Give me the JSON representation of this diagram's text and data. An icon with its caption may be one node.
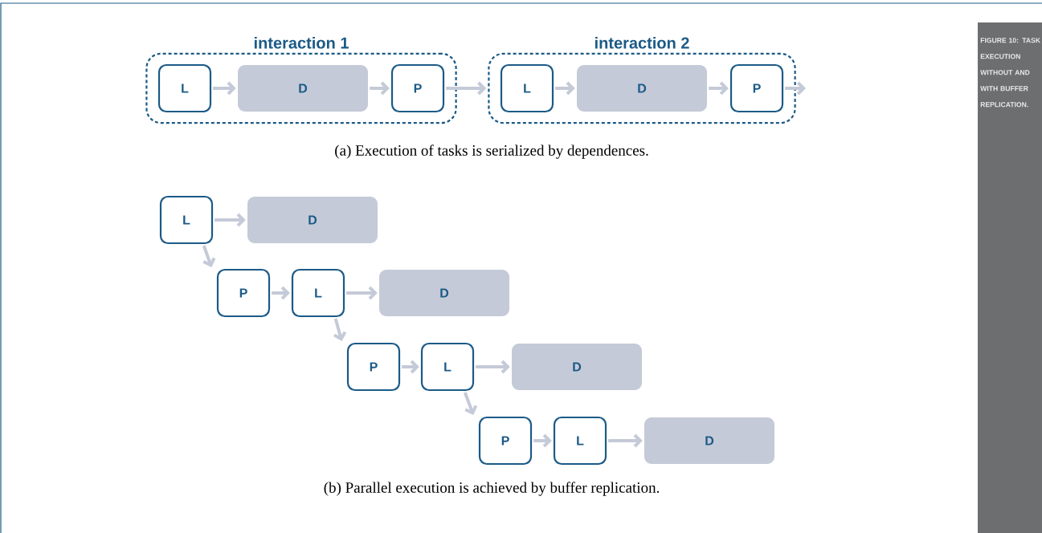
{
  "diagram": {
    "caption": "FIGURE 10: TASK EXECUTION WITHOUT AND WITH BUFFER REPLICATION.",
    "nodes": [
      {
        "text": [
          "interaction 1"
        ]
      },
      {
        "text": [
          "L"
        ],
        "in": 0
      },
      {
        "text": [
          "D"
        ],
        "in": 0
      },
      {
        "text": [
          "P"
        ],
        "in": 0
      },
      {
        "text": [
          "interaction 2"
        ]
      },
      {
        "text": [
          "L"
        ],
        "in": 4
      },
      {
        "text": [
          "D"
        ],
        "in": 4
      },
      {
        "text": [
          "P"
        ],
        "in": 4
      },
      {
        "text": [
          "L"
        ]
      },
      {
        "text": [
          "D"
        ]
      },
      {
        "text": [
          "P"
        ]
      },
      {
        "text": [
          "L"
        ]
      },
      {
        "text": [
          "D"
        ]
      },
      {
        "text": [
          "P"
        ]
      },
      {
        "text": [
          "L"
        ]
      },
      {
        "text": [
          "D"
        ]
      },
      {
        "text": [
          "P"
        ]
      },
      {
        "text": [
          "L"
        ]
      },
      {
        "text": [
          "D"
        ]
      }
    ],
    "edges": [
      {
        "from": 1,
        "to": 2,
        "arrow": "to"
      },
      {
        "from": 2,
        "to": 3,
        "arrow": "to"
      },
      {
        "from": 3,
        "to": 4,
        "arrow": "to"
      },
      {
        "from": 5,
        "to": 6,
        "arrow": "to"
      },
      {
        "from": 6,
        "to": 7,
        "arrow": "to"
      },
      {
        "from": 7,
        "to": null,
        "arrow": "to"
      },
      {
        "from": 8,
        "to": 9,
        "arrow": "to"
      },
      {
        "from": 8,
        "to": 10,
        "arrow": "to"
      },
      {
        "from": 10,
        "to": 11,
        "arrow": "to"
      },
      {
        "from": 11,
        "to": 12,
        "arrow": "to"
      },
      {
        "from": 11,
        "to": 13,
        "arrow": "to"
      },
      {
        "from": 13,
        "to": 14,
        "arrow": "to"
      },
      {
        "from": 14,
        "to": 15,
        "arrow": "to"
      },
      {
        "from": 14,
        "to": 16,
        "arrow": "to"
      },
      {
        "from": 16,
        "to": 17,
        "arrow": "to"
      },
      {
        "from": 17,
        "to": 18,
        "arrow": "to"
      }
    ],
    "labels": [
      "(a) Execution of tasks is serialized by dependences.",
      "(b) Parallel execution is achieved by buffer replication."
    ]
  }
}
